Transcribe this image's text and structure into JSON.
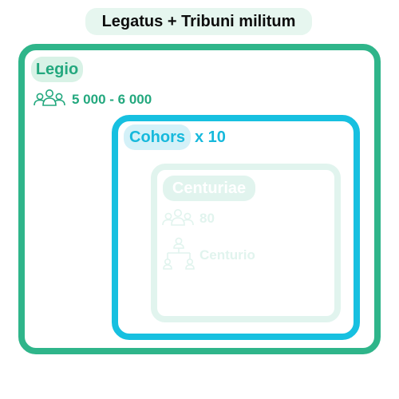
{
  "title": "Legatus + Tribuni militum",
  "legio": {
    "label": "Legio",
    "strength": "5 000 - 6 000",
    "color": "#2fb58a"
  },
  "cohors": {
    "label": "Cohors",
    "multiplier": "x 10",
    "color": "#17c0e0"
  },
  "centuriae": {
    "label": "Centuriae",
    "strength": "80",
    "commander": "Centurio",
    "color": "#e1f4ee"
  },
  "icons": {
    "group": "people-group-icon",
    "hierarchy": "hierarchy-icon"
  }
}
